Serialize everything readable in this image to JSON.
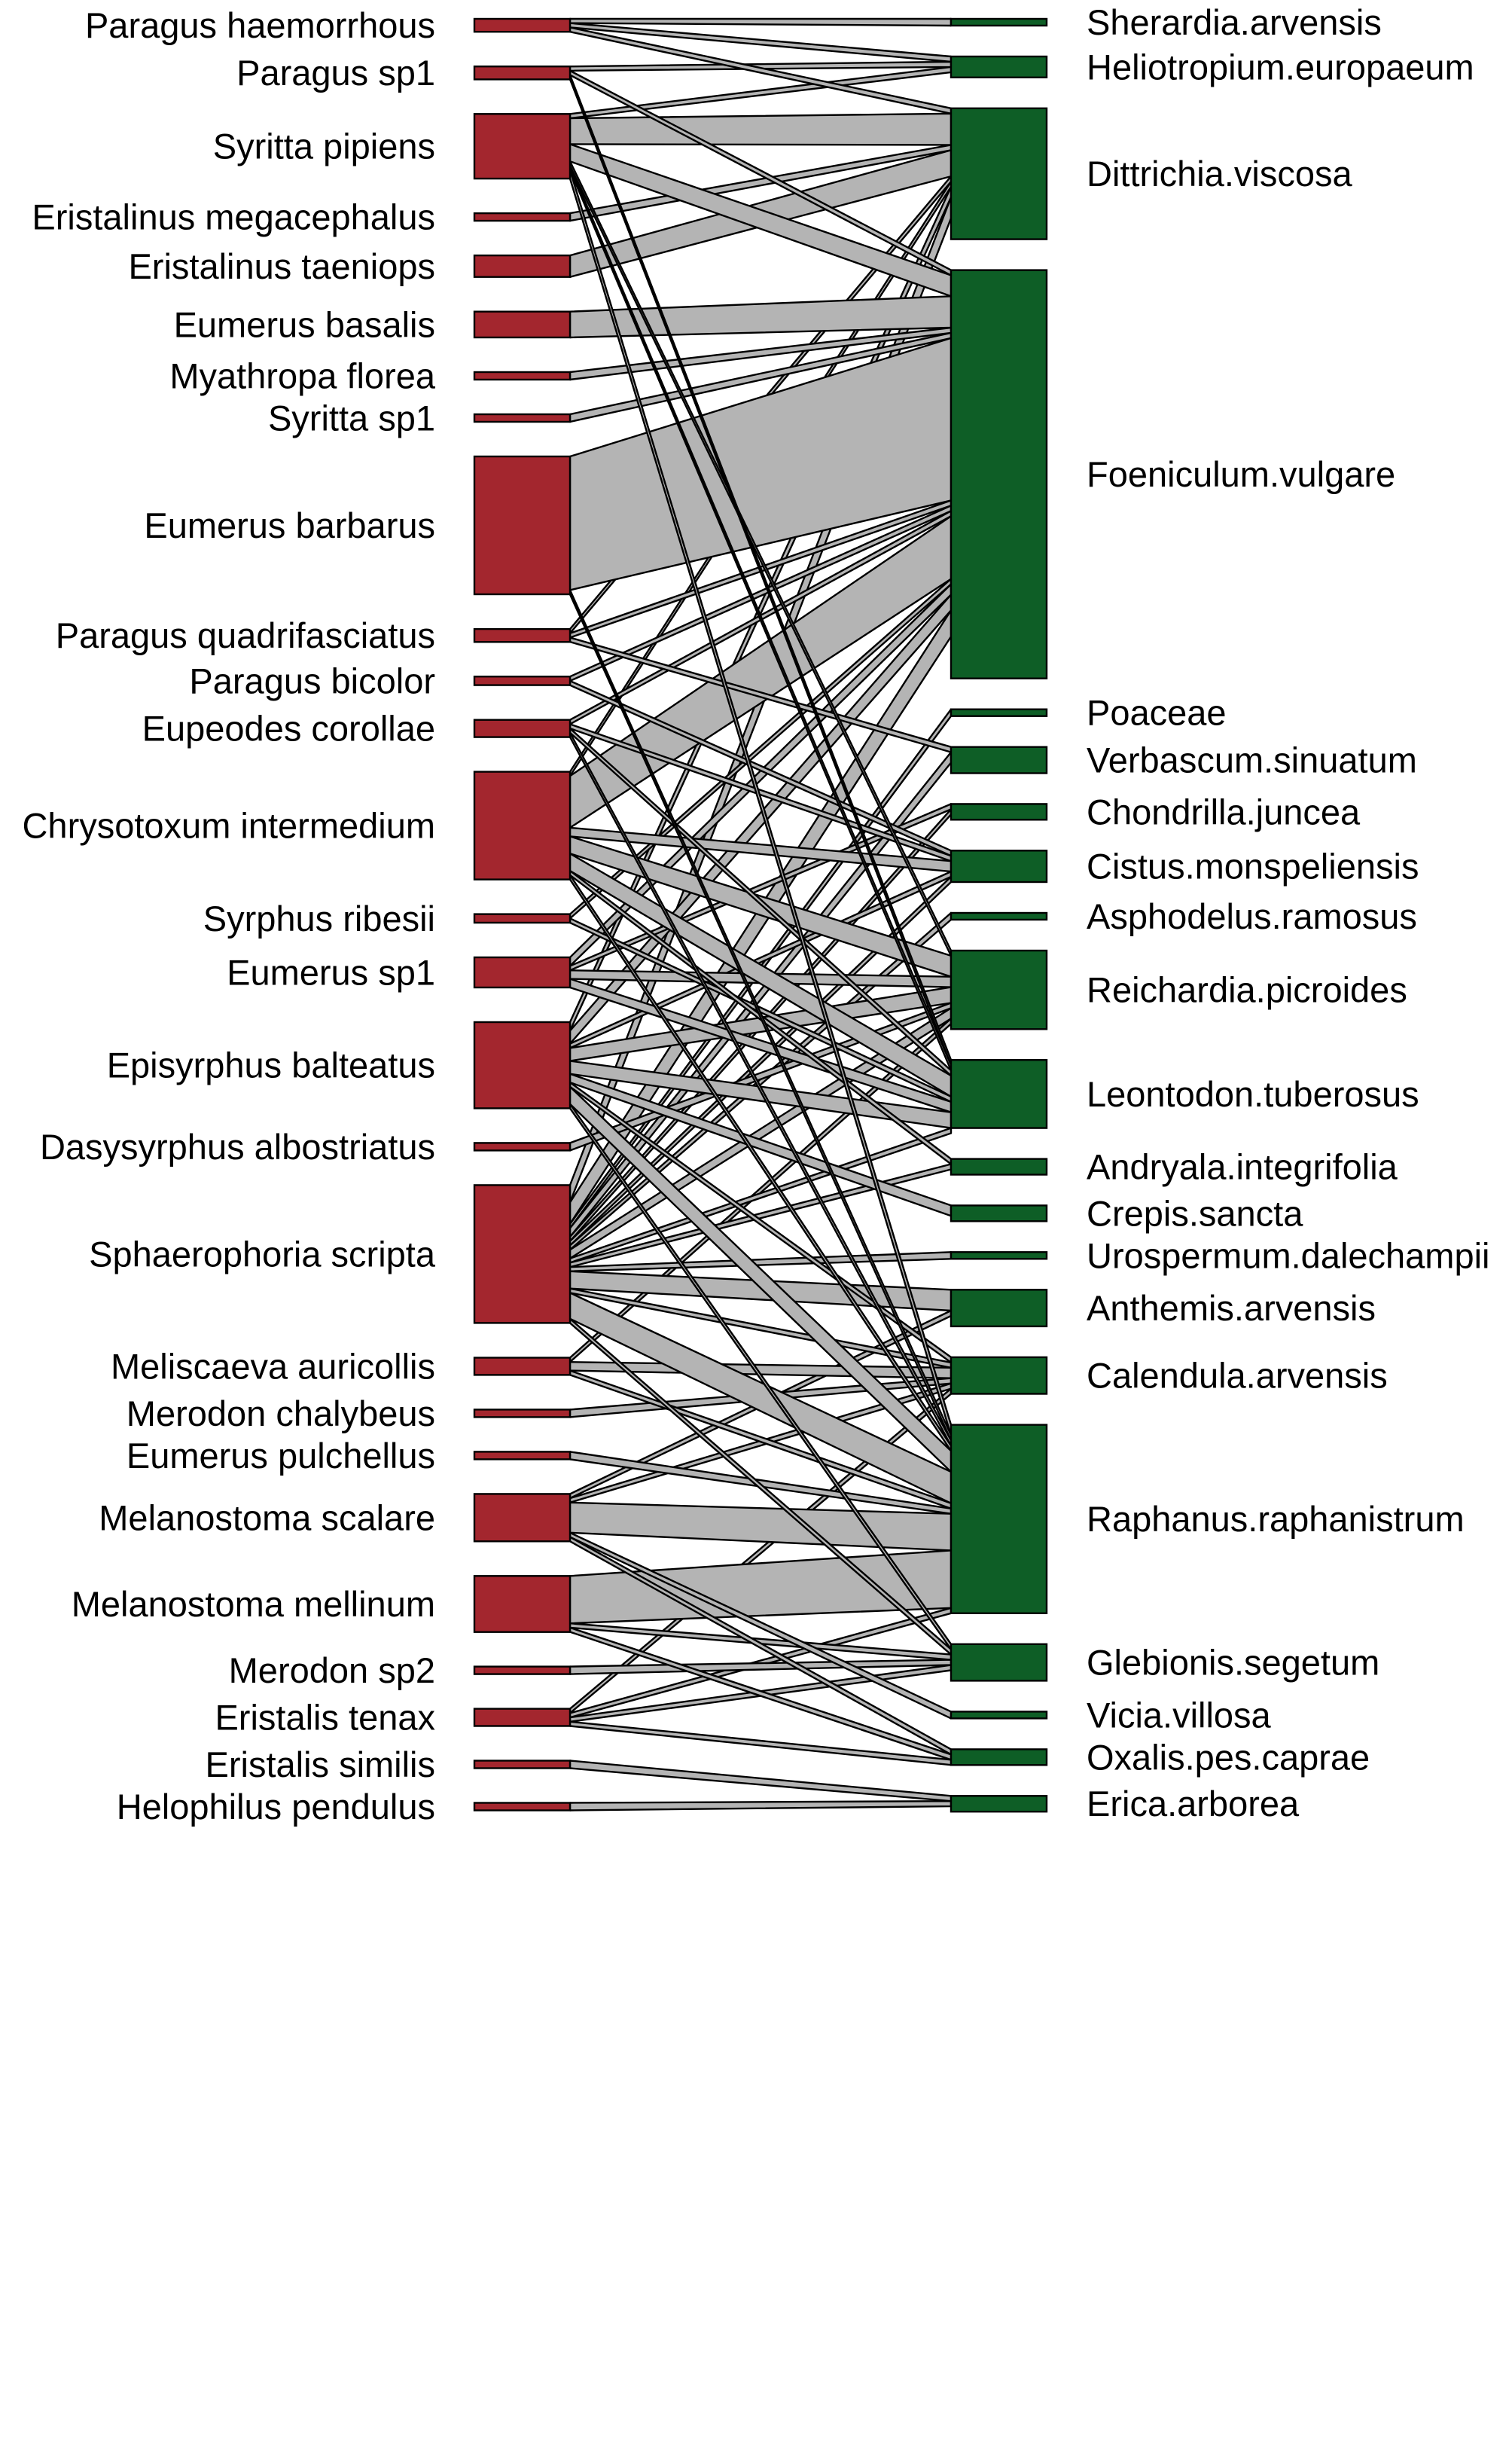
{
  "colors": {
    "pollinator": "#a3262e",
    "plant": "#0e5e26",
    "interaction_fill": "#b4b4b4",
    "outline": "#000000",
    "background": "#ffffff"
  },
  "pollinators": [
    {
      "name": "Paragus haemorrhous",
      "degree": 3
    },
    {
      "name": "Paragus sp1",
      "degree": 3
    },
    {
      "name": "Syritta pipiens",
      "degree": 15
    },
    {
      "name": "Eristalinus megacephalus",
      "degree": 1
    },
    {
      "name": "Eristalinus taeniops",
      "degree": 5
    },
    {
      "name": "Eumerus basalis",
      "degree": 6
    },
    {
      "name": "Myathropa florea",
      "degree": 1
    },
    {
      "name": "Syritta sp1",
      "degree": 1
    },
    {
      "name": "Eumerus barbarus",
      "degree": 32
    },
    {
      "name": "Paragus quadrifasciatus",
      "degree": 3
    },
    {
      "name": "Paragus bicolor",
      "degree": 2
    },
    {
      "name": "Eupeodes corollae",
      "degree": 4
    },
    {
      "name": "Chrysotoxum intermedium",
      "degree": 25
    },
    {
      "name": "Syrphus ribesii",
      "degree": 2
    },
    {
      "name": "Eumerus sp1",
      "degree": 7
    },
    {
      "name": "Episyrphus balteatus",
      "degree": 20
    },
    {
      "name": "Dasysyrphus albostriatus",
      "degree": 1
    },
    {
      "name": "Sphaerophoria scripta",
      "degree": 32
    },
    {
      "name": "Meliscaeva auricollis",
      "degree": 4
    },
    {
      "name": "Merodon chalybeus",
      "degree": 1
    },
    {
      "name": "Eumerus pulchellus",
      "degree": 1
    },
    {
      "name": "Melanostoma scalare",
      "degree": 11
    },
    {
      "name": "Melanostoma mellinum",
      "degree": 13
    },
    {
      "name": "Merodon sp2",
      "degree": 1
    },
    {
      "name": "Eristalis tenax",
      "degree": 4
    },
    {
      "name": "Eristalis similis",
      "degree": 1
    },
    {
      "name": "Helophilus pendulus",
      "degree": 1
    }
  ],
  "plants": [
    {
      "name": "Sherardia.arvensis",
      "degree": 1
    },
    {
      "name": "Heliotropium.europaeum",
      "degree": 4
    },
    {
      "name": "Dittrichia.viscosa",
      "degree": 25
    },
    {
      "name": "Foeniculum.vulgare",
      "degree": 78
    },
    {
      "name": "Poaceae",
      "degree": 1
    },
    {
      "name": "Verbascum.sinuatum",
      "degree": 5
    },
    {
      "name": "Chondrilla.juncea",
      "degree": 3
    },
    {
      "name": "Cistus.monspeliensis",
      "degree": 6
    },
    {
      "name": "Asphodelus.ramosus",
      "degree": 1
    },
    {
      "name": "Reichardia.picroides",
      "degree": 15
    },
    {
      "name": "Leontodon.tuberosus",
      "degree": 13
    },
    {
      "name": "Andryala.integrifolia",
      "degree": 3
    },
    {
      "name": "Crepis.sancta",
      "degree": 3
    },
    {
      "name": "Urospermum.dalechampii",
      "degree": 1
    },
    {
      "name": "Anthemis.arvensis",
      "degree": 7
    },
    {
      "name": "Calendula.arvensis",
      "degree": 7
    },
    {
      "name": "Raphanus.raphanistrum",
      "degree": 36
    },
    {
      "name": "Glebionis.segetum",
      "degree": 7
    },
    {
      "name": "Vicia.villosa",
      "degree": 1
    },
    {
      "name": "Oxalis.pes.caprae",
      "degree": 3
    },
    {
      "name": "Erica.arborea",
      "degree": 3
    }
  ],
  "interactions": [
    {
      "from": "Paragus haemorrhous",
      "to": "Sherardia.arvensis",
      "count": 1
    },
    {
      "from": "Paragus haemorrhous",
      "to": "Heliotropium.europaeum",
      "count": 1
    },
    {
      "from": "Paragus haemorrhous",
      "to": "Dittrichia.viscosa",
      "count": 1
    },
    {
      "from": "Paragus sp1",
      "to": "Heliotropium.europaeum",
      "count": 1
    },
    {
      "from": "Paragus sp1",
      "to": "Foeniculum.vulgare",
      "count": 1
    },
    {
      "from": "Paragus sp1",
      "to": "Leontodon.tuberosus",
      "count": 1
    },
    {
      "from": "Syritta pipiens",
      "to": "Heliotropium.europaeum",
      "count": 1
    },
    {
      "from": "Syritta pipiens",
      "to": "Dittrichia.viscosa",
      "count": 6
    },
    {
      "from": "Syritta pipiens",
      "to": "Foeniculum.vulgare",
      "count": 4
    },
    {
      "from": "Syritta pipiens",
      "to": "Reichardia.picroides",
      "count": 1
    },
    {
      "from": "Syritta pipiens",
      "to": "Leontodon.tuberosus",
      "count": 1
    },
    {
      "from": "Syritta pipiens",
      "to": "Raphanus.raphanistrum",
      "count": 2
    },
    {
      "from": "Eristalinus megacephalus",
      "to": "Dittrichia.viscosa",
      "count": 1
    },
    {
      "from": "Eristalinus taeniops",
      "to": "Dittrichia.viscosa",
      "count": 5
    },
    {
      "from": "Eumerus basalis",
      "to": "Foeniculum.vulgare",
      "count": 6
    },
    {
      "from": "Myathropa florea",
      "to": "Foeniculum.vulgare",
      "count": 1
    },
    {
      "from": "Syritta sp1",
      "to": "Foeniculum.vulgare",
      "count": 1
    },
    {
      "from": "Eumerus barbarus",
      "to": "Foeniculum.vulgare",
      "count": 31
    },
    {
      "from": "Eumerus barbarus",
      "to": "Raphanus.raphanistrum",
      "count": 1
    },
    {
      "from": "Paragus quadrifasciatus",
      "to": "Dittrichia.viscosa",
      "count": 1
    },
    {
      "from": "Paragus quadrifasciatus",
      "to": "Foeniculum.vulgare",
      "count": 1
    },
    {
      "from": "Paragus quadrifasciatus",
      "to": "Verbascum.sinuatum",
      "count": 1
    },
    {
      "from": "Paragus bicolor",
      "to": "Foeniculum.vulgare",
      "count": 1
    },
    {
      "from": "Paragus bicolor",
      "to": "Cistus.monspeliensis",
      "count": 1
    },
    {
      "from": "Eupeodes corollae",
      "to": "Foeniculum.vulgare",
      "count": 1
    },
    {
      "from": "Eupeodes corollae",
      "to": "Cistus.monspeliensis",
      "count": 1
    },
    {
      "from": "Eupeodes corollae",
      "to": "Leontodon.tuberosus",
      "count": 1
    },
    {
      "from": "Eupeodes corollae",
      "to": "Raphanus.raphanistrum",
      "count": 1
    },
    {
      "from": "Chrysotoxum intermedium",
      "to": "Dittrichia.viscosa",
      "count": 1
    },
    {
      "from": "Chrysotoxum intermedium",
      "to": "Foeniculum.vulgare",
      "count": 12
    },
    {
      "from": "Chrysotoxum intermedium",
      "to": "Cistus.monspeliensis",
      "count": 2
    },
    {
      "from": "Chrysotoxum intermedium",
      "to": "Reichardia.picroides",
      "count": 4
    },
    {
      "from": "Chrysotoxum intermedium",
      "to": "Leontodon.tuberosus",
      "count": 4
    },
    {
      "from": "Chrysotoxum intermedium",
      "to": "Andryala.integrifolia",
      "count": 1
    },
    {
      "from": "Chrysotoxum intermedium",
      "to": "Raphanus.raphanistrum",
      "count": 1
    },
    {
      "from": "Syrphus ribesii",
      "to": "Foeniculum.vulgare",
      "count": 1
    },
    {
      "from": "Syrphus ribesii",
      "to": "Leontodon.tuberosus",
      "count": 1
    },
    {
      "from": "Eumerus sp1",
      "to": "Foeniculum.vulgare",
      "count": 2
    },
    {
      "from": "Eumerus sp1",
      "to": "Chondrilla.juncea",
      "count": 1
    },
    {
      "from": "Eumerus sp1",
      "to": "Reichardia.picroides",
      "count": 2
    },
    {
      "from": "Eumerus sp1",
      "to": "Leontodon.tuberosus",
      "count": 2
    },
    {
      "from": "Episyrphus balteatus",
      "to": "Dittrichia.viscosa",
      "count": 2
    },
    {
      "from": "Episyrphus balteatus",
      "to": "Foeniculum.vulgare",
      "count": 3
    },
    {
      "from": "Episyrphus balteatus",
      "to": "Cistus.monspeliensis",
      "count": 1
    },
    {
      "from": "Episyrphus balteatus",
      "to": "Reichardia.picroides",
      "count": 3
    },
    {
      "from": "Episyrphus balteatus",
      "to": "Leontodon.tuberosus",
      "count": 3
    },
    {
      "from": "Episyrphus balteatus",
      "to": "Crepis.sancta",
      "count": 2
    },
    {
      "from": "Episyrphus balteatus",
      "to": "Calendula.arvensis",
      "count": 1
    },
    {
      "from": "Episyrphus balteatus",
      "to": "Raphanus.raphanistrum",
      "count": 4
    },
    {
      "from": "Episyrphus balteatus",
      "to": "Glebionis.segetum",
      "count": 1
    },
    {
      "from": "Dasysyrphus albostriatus",
      "to": "Reichardia.picroides",
      "count": 1
    },
    {
      "from": "Sphaerophoria scripta",
      "to": "Dittrichia.viscosa",
      "count": 4
    },
    {
      "from": "Sphaerophoria scripta",
      "to": "Foeniculum.vulgare",
      "count": 5
    },
    {
      "from": "Sphaerophoria scripta",
      "to": "Poaceae",
      "count": 1
    },
    {
      "from": "Sphaerophoria scripta",
      "to": "Verbascum.sinuatum",
      "count": 2
    },
    {
      "from": "Sphaerophoria scripta",
      "to": "Chondrilla.juncea",
      "count": 1
    },
    {
      "from": "Sphaerophoria scripta",
      "to": "Cistus.monspeliensis",
      "count": 1
    },
    {
      "from": "Sphaerophoria scripta",
      "to": "Asphodelus.ramosus",
      "count": 1
    },
    {
      "from": "Sphaerophoria scripta",
      "to": "Reichardia.picroides",
      "count": 2
    },
    {
      "from": "Sphaerophoria scripta",
      "to": "Leontodon.tuberosus",
      "count": 1
    },
    {
      "from": "Sphaerophoria scripta",
      "to": "Andryala.integrifolia",
      "count": 1
    },
    {
      "from": "Sphaerophoria scripta",
      "to": "Urospermum.dalechampii",
      "count": 1
    },
    {
      "from": "Sphaerophoria scripta",
      "to": "Anthemis.arvensis",
      "count": 4
    },
    {
      "from": "Sphaerophoria scripta",
      "to": "Calendula.arvensis",
      "count": 1
    },
    {
      "from": "Sphaerophoria scripta",
      "to": "Raphanus.raphanistrum",
      "count": 6
    },
    {
      "from": "Sphaerophoria scripta",
      "to": "Glebionis.segetum",
      "count": 1
    },
    {
      "from": "Meliscaeva auricollis",
      "to": "Reichardia.picroides",
      "count": 1
    },
    {
      "from": "Meliscaeva auricollis",
      "to": "Calendula.arvensis",
      "count": 2
    },
    {
      "from": "Meliscaeva auricollis",
      "to": "Raphanus.raphanistrum",
      "count": 1
    },
    {
      "from": "Merodon chalybeus",
      "to": "Calendula.arvensis",
      "count": 1
    },
    {
      "from": "Eumerus pulchellus",
      "to": "Raphanus.raphanistrum",
      "count": 1
    },
    {
      "from": "Melanostoma scalare",
      "to": "Anthemis.arvensis",
      "count": 1
    },
    {
      "from": "Melanostoma scalare",
      "to": "Calendula.arvensis",
      "count": 1
    },
    {
      "from": "Melanostoma scalare",
      "to": "Raphanus.raphanistrum",
      "count": 7
    },
    {
      "from": "Melanostoma scalare",
      "to": "Vicia.villosa",
      "count": 1
    },
    {
      "from": "Melanostoma scalare",
      "to": "Oxalis.pes.caprae",
      "count": 1
    },
    {
      "from": "Melanostoma mellinum",
      "to": "Raphanus.raphanistrum",
      "count": 11
    },
    {
      "from": "Melanostoma mellinum",
      "to": "Oxalis.pes.caprae",
      "count": 1
    },
    {
      "from": "Melanostoma mellinum",
      "to": "Glebionis.segetum",
      "count": 1
    },
    {
      "from": "Merodon sp2",
      "to": "Glebionis.segetum",
      "count": 1
    },
    {
      "from": "Eristalis tenax",
      "to": "Raphanus.raphanistrum",
      "count": 1
    },
    {
      "from": "Eristalis tenax",
      "to": "Glebionis.segetum",
      "count": 1
    },
    {
      "from": "Eristalis tenax",
      "to": "Oxalis.pes.caprae",
      "count": 1
    },
    {
      "from": "Eristalis tenax",
      "to": "Calendula.arvensis",
      "count": 1
    },
    {
      "from": "Eristalis similis",
      "to": "Erica.arborea",
      "count": 1
    },
    {
      "from": "Helophilus pendulus",
      "to": "Erica.arborea",
      "count": 1
    }
  ]
}
